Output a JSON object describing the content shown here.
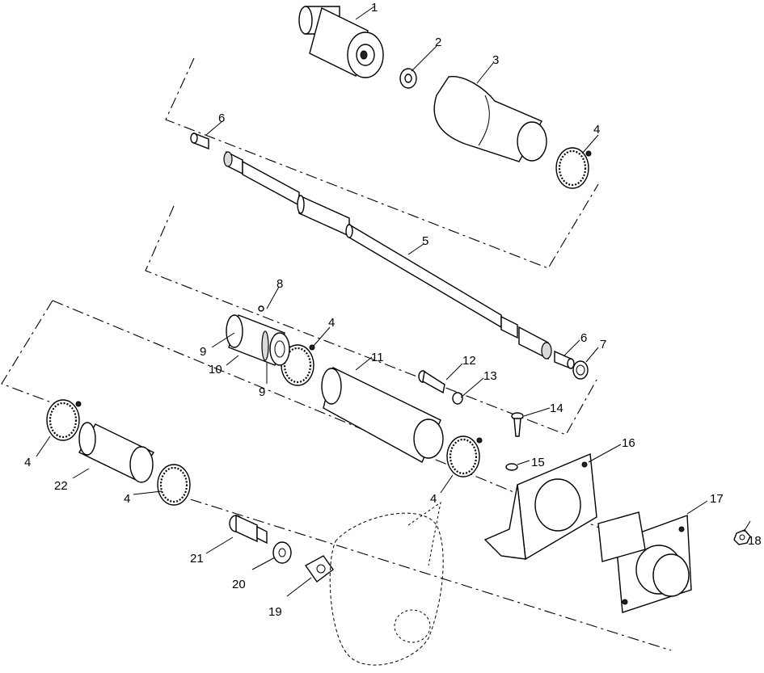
{
  "callouts": {
    "c1": "1",
    "c2": "2",
    "c3": "3",
    "c4a": "4",
    "c4b": "4",
    "c4c": "4",
    "c4d": "4",
    "c4e": "4",
    "c5": "5",
    "c6a": "6",
    "c6b": "6",
    "c7": "7",
    "c8": "8",
    "c9a": "9",
    "c9b": "9",
    "c10": "10",
    "c11": "11",
    "c12": "12",
    "c13": "13",
    "c14": "14",
    "c15": "15",
    "c16": "16",
    "c17": "17",
    "c18": "18",
    "c19": "19",
    "c20": "20",
    "c21": "21",
    "c22": "22"
  }
}
